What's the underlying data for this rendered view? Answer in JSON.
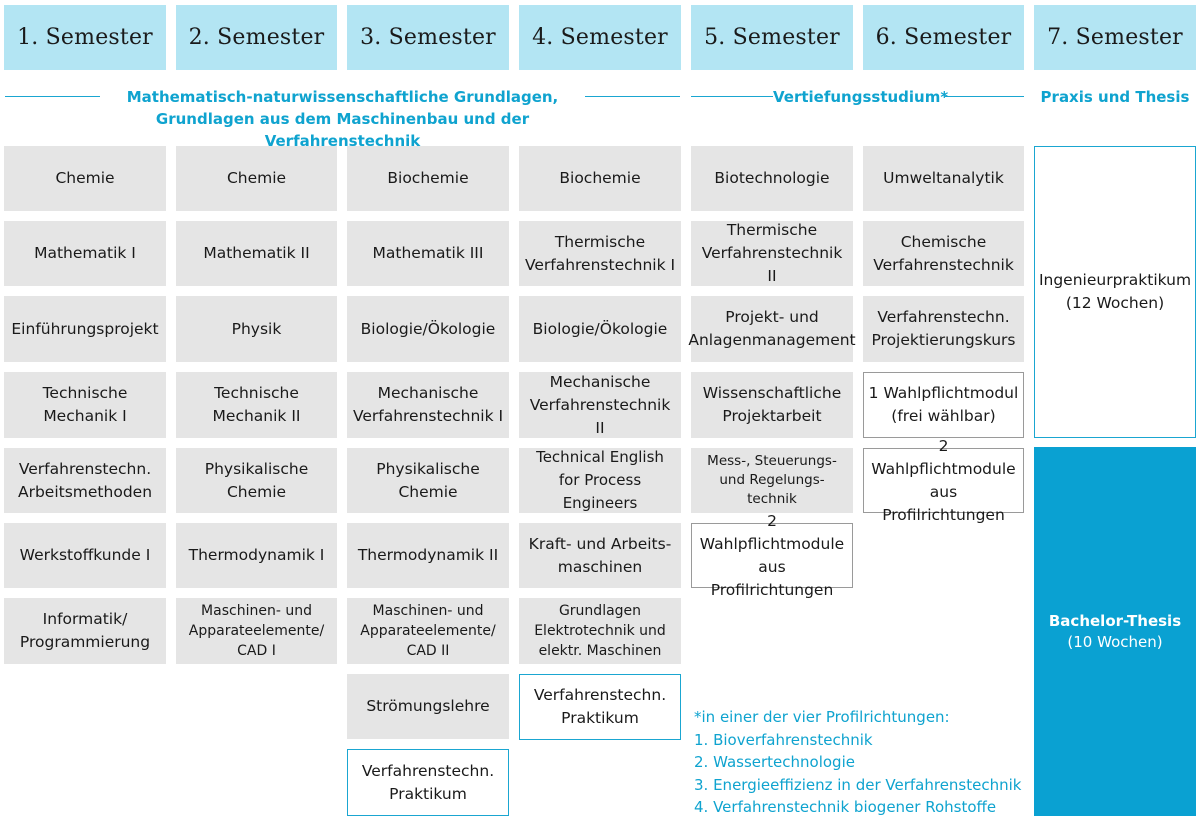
{
  "semesters": [
    "1. Semester",
    "2. Semester",
    "3. Semester",
    "4. Semester",
    "5. Semester",
    "6. Semester",
    "7. Semester"
  ],
  "phases": {
    "grundlagen_line1": "Mathematisch-naturwissenschaftliche Grundlagen,",
    "grundlagen_line2": "Grundlagen aus dem Maschinenbau und der Verfahrenstechnik",
    "vertiefung": "Vertiefungsstudium*",
    "praxis": "Praxis und Thesis"
  },
  "columns": {
    "sem1": [
      "Chemie",
      "Mathematik I",
      "Einführungsprojekt",
      "Technische\nMechanik I",
      "Verfahrenstechn.\nArbeitsmethoden",
      "Werkstoffkunde I",
      "Informatik/\nProgrammierung"
    ],
    "sem2": [
      "Chemie",
      "Mathematik II",
      "Physik",
      "Technische\nMechanik II",
      "Physikalische\nChemie",
      "Thermodynamik I",
      "Maschinen- und\nApparateelemente/\nCAD I"
    ],
    "sem3": [
      "Biochemie",
      "Mathematik III",
      "Biologie/Ökologie",
      "Mechanische\nVerfahrenstechnik I",
      "Physikalische\nChemie",
      "Thermodynamik II",
      "Maschinen- und\nApparateelemente/\nCAD II",
      "Strömungslehre",
      "Verfahrenstechn.\nPraktikum"
    ],
    "sem4": [
      "Biochemie",
      "Thermische\nVerfahrenstechnik I",
      "Biologie/Ökologie",
      "Mechanische\nVerfahrenstechnik II",
      "Technical English\nfor  Process Engineers",
      "Kraft- und Arbeits-\nmaschinen",
      "Grundlagen\nElektrotechnik und\nelektr. Maschinen",
      "Verfahrenstechn.\nPraktikum"
    ],
    "sem5": [
      "Biotechnologie",
      "Thermische\nVerfahrenstechnik II",
      "Projekt- und\nAnlagenmanagement",
      "Wissenschaftliche\nProjektarbeit",
      "Mess-, Steuerungs-\nund Regelungs-\ntechnik",
      "2 Wahlpflichtmodule\naus Profilrichtungen"
    ],
    "sem6": [
      "Umweltanalytik",
      "Chemische\nVerfahrenstechnik",
      "Verfahrenstechn.\nProjektierungskurs",
      "1 Wahlpflichtmodul\n(frei wählbar)",
      "2 Wahlpflichtmodule\naus Profilrichtungen"
    ],
    "sem7": {
      "praktikum": "Ingenieurpraktikum\n(12 Wochen)",
      "thesis_title": "Bachelor-Thesis",
      "thesis_duration": "(10 Wochen)"
    }
  },
  "footnote": {
    "title": "*in einer der vier Profilrichtungen:",
    "items": [
      "1. Bioverfahrenstechnik",
      "2. Wassertechnologie",
      "3. Energieeffizienz in der Verfahrenstechnik",
      "4. Verfahrenstechnik biogener Rohstoffe"
    ]
  },
  "colors": {
    "header_bg": "#b3e5f3",
    "accent": "#0fa3cf",
    "module_grey": "#e5e5e5",
    "thesis_bg": "#0aa1d2"
  }
}
